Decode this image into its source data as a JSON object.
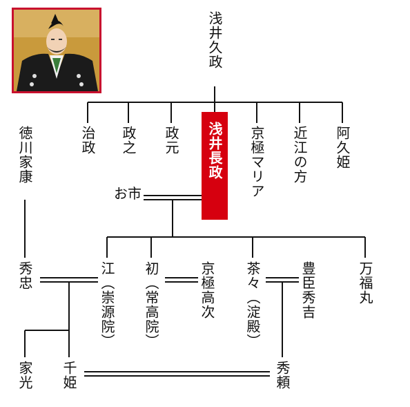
{
  "family_tree": {
    "head": "浅井久政",
    "children": {
      "harumasa": "治政",
      "masayuki": "政之",
      "masamoto": "政元",
      "nagamasa": "浅井長政",
      "maria": "京極マリア",
      "omi_no_kata": "近江の方",
      "akuhime": "阿久姫"
    },
    "spouse_oichi": "お市",
    "daughters_and_sons": {
      "go": "江（崇源院）",
      "hatsu": "初（常高院）",
      "chacha": "茶々（淀殿）",
      "manpukumaru": "万福丸"
    },
    "others": {
      "ieyasu": "徳川家康",
      "hidetada": "秀忠",
      "takatsugu": "京極高次",
      "hideyoshi": "豊臣秀吉",
      "iemitsu": "家光",
      "senhime": "千姫",
      "hideyori": "秀頼"
    },
    "highlight_color": "#d6000f",
    "portrait_icon": "samurai-portrait-icon"
  }
}
